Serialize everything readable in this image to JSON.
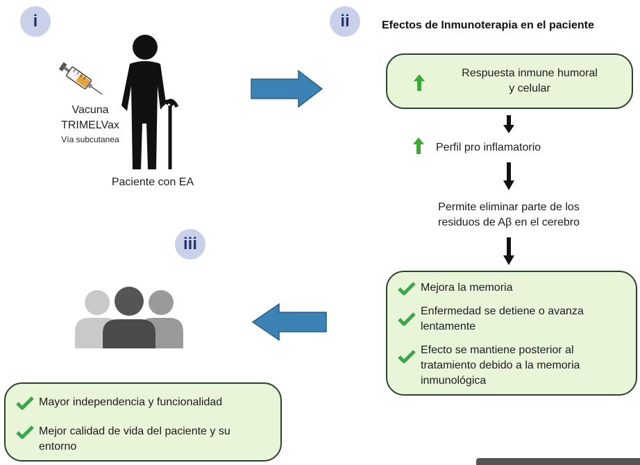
{
  "badges": {
    "i": "i",
    "ii": "ii",
    "iii": "iii"
  },
  "panel_i": {
    "vaccine_line1": "Vacuna",
    "vaccine_line2": "TRIMELVax",
    "vaccine_route": "Vía subcutanea",
    "patient_label": "Paciente con EA"
  },
  "panel_ii": {
    "title": "Efectos de Inmunoterapia en el paciente",
    "box1_line1": "Respuesta inmune humoral",
    "box1_line2": "y celular",
    "step2": "Perfil pro inflamatorio",
    "step3_line1": "Permite eliminar parte de los",
    "step3_line2": "residuos de Aβ en el cerebro",
    "results": [
      {
        "lines": [
          "Mejora la memoria"
        ]
      },
      {
        "lines": [
          "Enfermedad se detiene o avanza",
          "lentamente"
        ]
      },
      {
        "lines": [
          "Efecto se mantiene posterior al",
          "tratamiento debido a la memoria",
          "inmunológica"
        ]
      }
    ]
  },
  "panel_iii": {
    "outcomes": [
      {
        "lines": [
          "Mayor independencia y funcionalidad"
        ]
      },
      {
        "lines": [
          "Mejor calidad de vida del paciente y su",
          "entorno"
        ]
      }
    ]
  },
  "colors": {
    "badge_bg": "#c9d1ea",
    "box_bg": "#e8f5d9",
    "box_border": "#27442a",
    "arrow_blue": "#3b83b4",
    "up_arrow_green": "#3cab33",
    "check_green": "#3aa64a"
  },
  "icons": {
    "syringe": "syringe-icon",
    "patient": "elderly-person-with-cane-icon",
    "group": "people-group-icon",
    "up": "up-arrow-icon",
    "down": "down-arrow-icon",
    "check": "check-icon"
  }
}
